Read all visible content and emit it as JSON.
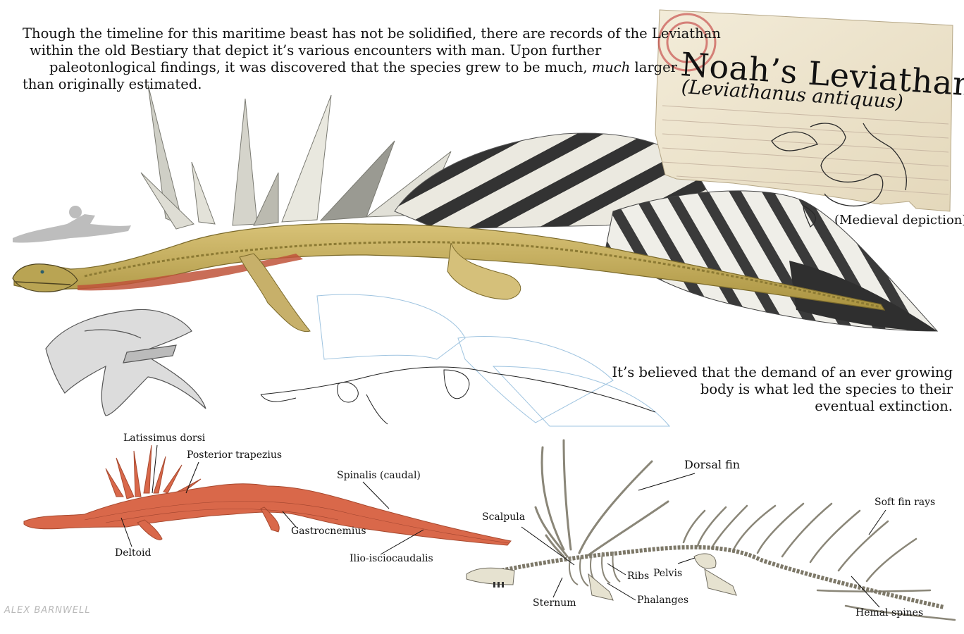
{
  "intro": {
    "line1": "Though the timeline for this maritime beast has not be solidified, there are records of the Leviathan",
    "line2": "within the old Bestiary that depict it’s various encounters with man. Upon further",
    "line3": "paleotonlogical findings, it was discovered that the species grew to be much, ",
    "line3_emphasis": "much",
    "line3_end": " larger",
    "line4": "than originally estimated."
  },
  "outro": {
    "line1": "It’s believed that the demand of an ever growing",
    "line2": "body is what led the species to their",
    "line3": "eventual extinction."
  },
  "card": {
    "title": "Noah’s Leviathan",
    "scientific_name": "(Leviathanus antiquus)",
    "caption": "(Medieval depiction)"
  },
  "muscle_labels": {
    "latissimus": "Latissimus dorsi",
    "trapezius": "Posterior trapezius",
    "spinalis": "Spinalis (caudal)",
    "deltoid": "Deltoid",
    "gastrocnemius": "Gastrocnemius",
    "ilio": "Ilio-isciocaudalis"
  },
  "skeleton_labels": {
    "dorsal_fin": "Dorsal fin",
    "soft_fin_rays": "Soft fin rays",
    "scalpula": "Scalpula",
    "ribs": "Ribs",
    "pelvis": "Pelvis",
    "sternum": "Sternum",
    "phalanges": "Phalanges",
    "hemal_spines": "Hemal spines"
  },
  "signature": "ALEX BARNWELL",
  "colors": {
    "body_gold": "#c9b15a",
    "belly_red": "#c0533a",
    "muscle": "#d9684a",
    "fin_dark": "#3a3a3a",
    "fin_light": "#e8e6dc",
    "bone": "#e6e2d0",
    "card_paper": "#efe7d3",
    "stamp_red": "#c23a3a",
    "sketch_blue": "#9fc4e0",
    "swimmer_gray": "#bdbdbd"
  }
}
